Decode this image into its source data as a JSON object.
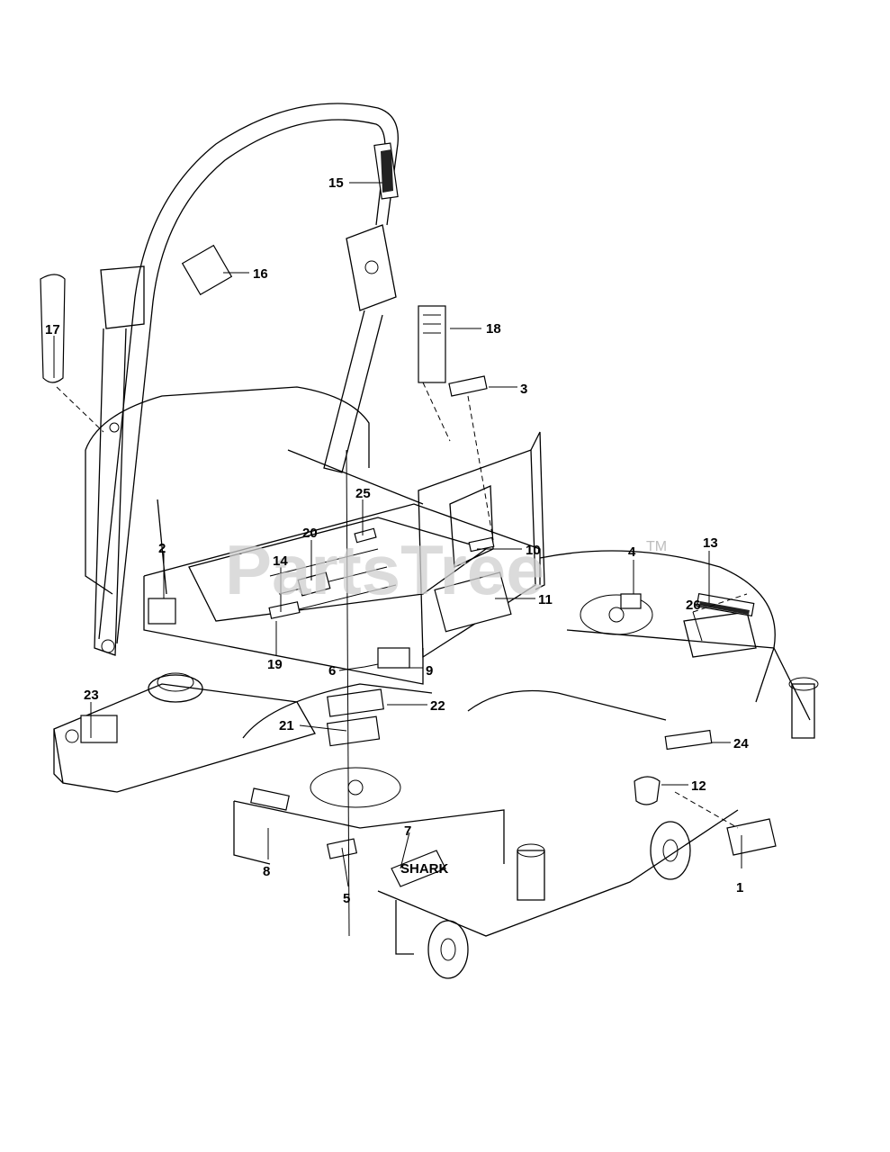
{
  "watermark": {
    "text": "PartsTree",
    "trademark": "TM"
  },
  "callouts": [
    "1",
    "2",
    "3",
    "4",
    "5",
    "6",
    "7",
    "8",
    "9",
    "10",
    "11",
    "12",
    "13",
    "14",
    "15",
    "16",
    "17",
    "18",
    "19",
    "20",
    "21",
    "22",
    "23",
    "24",
    "25",
    "26"
  ]
}
